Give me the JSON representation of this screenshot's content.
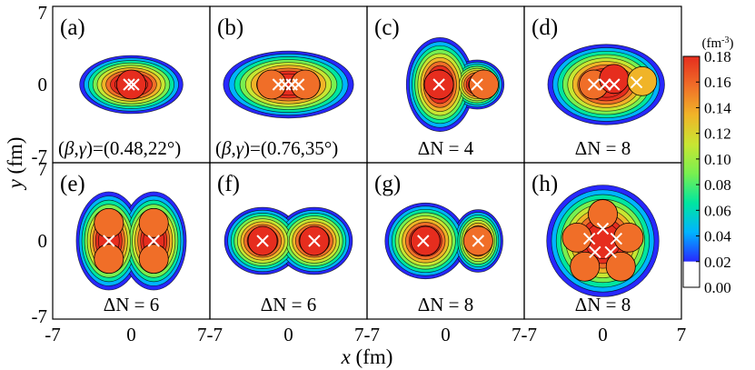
{
  "chart_data": {
    "type": "heatmap",
    "description_axes": {
      "xlabel_var": "x",
      "xlabel_unit": " (fm)",
      "ylabel_var": "y",
      "ylabel_unit": " (fm)",
      "xlim": [
        -7,
        7
      ],
      "ylim": [
        -7,
        7
      ],
      "xticks": [
        "-7",
        "0",
        "7-7",
        "0",
        "7-7",
        "0",
        "7-7",
        "0",
        "7"
      ],
      "yticks_top": [
        "7",
        "0",
        "-7"
      ],
      "yticks_bottom": [
        "7",
        "0",
        "-7"
      ]
    },
    "colorbar": {
      "unit": "(fm",
      "unit_sup": "-3",
      "unit_close": ")",
      "ticks": [
        "0.18",
        "0.16",
        "0.14",
        "0.12",
        "0.10",
        "0.08",
        "0.06",
        "0.04",
        "0.02",
        "0.00"
      ],
      "range": [
        0.0,
        0.18
      ],
      "colors": [
        "#ffffff",
        "#2828ff",
        "#00b4ff",
        "#00e6a0",
        "#78f050",
        "#c8e632",
        "#f0b428",
        "#f06e28",
        "#e62d1e"
      ]
    },
    "panels": [
      {
        "label": "(a)",
        "note": "",
        "note_math": {
          "beta": "β",
          "gamma": "γ",
          "prefix": "(",
          "suffix": ")=(0.48,22°)"
        },
        "shape": [
          {
            "x": 0,
            "y": 0,
            "rx": 4.6,
            "ry": 2.6
          }
        ],
        "peaks": [
          {
            "x": 0,
            "y": 0,
            "v": 0.17
          }
        ],
        "crosses": [
          {
            "x": -0.2,
            "y": 0
          },
          {
            "x": 0.2,
            "y": 0
          }
        ]
      },
      {
        "label": "(b)",
        "note": "",
        "note_math": {
          "beta": "β",
          "gamma": "γ",
          "prefix": "(",
          "suffix": ")=(0.76,35°)"
        },
        "shape": [
          {
            "x": 0,
            "y": 0,
            "rx": 5.8,
            "ry": 3.0
          }
        ],
        "peaks": [
          {
            "x": -1.5,
            "y": 0,
            "v": 0.16
          },
          {
            "x": 1.5,
            "y": 0,
            "v": 0.16
          }
        ],
        "crosses": [
          {
            "x": -0.9,
            "y": 0
          },
          {
            "x": -0.3,
            "y": 0
          },
          {
            "x": 0.3,
            "y": 0
          },
          {
            "x": 0.9,
            "y": 0
          }
        ]
      },
      {
        "label": "(c)",
        "note": "ΔN = 4",
        "shape": [
          {
            "x": -0.5,
            "y": 0,
            "rx": 3.0,
            "ry": 4.2
          },
          {
            "x": 2.8,
            "y": 0,
            "rx": 2.4,
            "ry": 2.2
          }
        ],
        "peaks": [
          {
            "x": -0.6,
            "y": 0,
            "v": 0.17
          },
          {
            "x": 3.4,
            "y": 0,
            "v": 0.15
          }
        ],
        "crosses": [
          {
            "x": -0.6,
            "y": 0
          },
          {
            "x": 2.8,
            "y": 0
          }
        ]
      },
      {
        "label": "(d)",
        "note": "ΔN = 8",
        "shape": [
          {
            "x": 0.3,
            "y": 0,
            "rx": 5.2,
            "ry": 3.6
          }
        ],
        "peaks": [
          {
            "x": -0.8,
            "y": 0,
            "v": 0.16
          },
          {
            "x": 1.0,
            "y": 0.5,
            "v": 0.17
          },
          {
            "x": 3.5,
            "y": 0.3,
            "v": 0.14
          }
        ],
        "crosses": [
          {
            "x": -0.8,
            "y": 0
          },
          {
            "x": 0.2,
            "y": 0
          },
          {
            "x": 1.0,
            "y": 0
          },
          {
            "x": 3.0,
            "y": 0.2
          }
        ]
      },
      {
        "label": "(e)",
        "note": "ΔN = 6",
        "shape": [
          {
            "x": -2.0,
            "y": 0,
            "rx": 2.9,
            "ry": 4.4
          },
          {
            "x": 2.0,
            "y": 0,
            "rx": 2.9,
            "ry": 4.4
          }
        ],
        "peaks": [
          {
            "x": -2.0,
            "y": 1.6,
            "v": 0.16
          },
          {
            "x": -2.0,
            "y": -1.6,
            "v": 0.16
          },
          {
            "x": 2.0,
            "y": 1.6,
            "v": 0.16
          },
          {
            "x": 2.0,
            "y": -1.6,
            "v": 0.16
          }
        ],
        "crosses": [
          {
            "x": -2.0,
            "y": 0
          },
          {
            "x": 2.0,
            "y": 0
          }
        ]
      },
      {
        "label": "(f)",
        "note": "ΔN = 6",
        "shape": [
          {
            "x": -2.3,
            "y": 0,
            "rx": 3.4,
            "ry": 3.0
          },
          {
            "x": 2.3,
            "y": 0,
            "rx": 3.4,
            "ry": 3.0
          }
        ],
        "peaks": [
          {
            "x": -2.3,
            "y": 0,
            "v": 0.17
          },
          {
            "x": 2.3,
            "y": 0,
            "v": 0.17
          }
        ],
        "crosses": [
          {
            "x": -2.3,
            "y": 0
          },
          {
            "x": 2.3,
            "y": 0
          }
        ]
      },
      {
        "label": "(g)",
        "note": "ΔN = 8",
        "shape": [
          {
            "x": -1.8,
            "y": 0,
            "rx": 3.6,
            "ry": 3.4
          },
          {
            "x": 2.9,
            "y": 0,
            "rx": 2.2,
            "ry": 2.8
          }
        ],
        "peaks": [
          {
            "x": -1.8,
            "y": 0,
            "v": 0.17
          },
          {
            "x": 2.9,
            "y": 0,
            "v": 0.16
          }
        ],
        "crosses": [
          {
            "x": -2.0,
            "y": 0
          },
          {
            "x": 2.9,
            "y": 0
          }
        ]
      },
      {
        "label": "(h)",
        "note": "ΔN = 8",
        "shape": [
          {
            "x": 0,
            "y": 0,
            "rx": 5.0,
            "ry": 5.0
          }
        ],
        "peaks": [
          {
            "x": 0,
            "y": 2.4,
            "v": 0.16
          },
          {
            "x": -2.3,
            "y": 0.3,
            "v": 0.16
          },
          {
            "x": 2.3,
            "y": 0.3,
            "v": 0.16
          },
          {
            "x": -1.6,
            "y": -2.3,
            "v": 0.16
          },
          {
            "x": 1.6,
            "y": -2.3,
            "v": 0.16
          }
        ],
        "crosses": [
          {
            "x": 0,
            "y": 1.1
          },
          {
            "x": -1.2,
            "y": 0.2
          },
          {
            "x": 1.2,
            "y": 0.2
          },
          {
            "x": -0.7,
            "y": -1.0
          },
          {
            "x": 0.7,
            "y": -1.0
          }
        ]
      }
    ]
  }
}
